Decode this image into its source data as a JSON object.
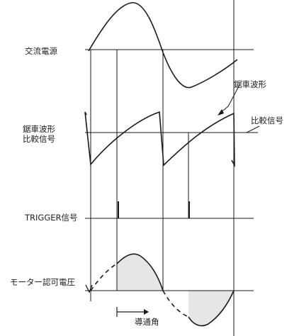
{
  "labels": {
    "ac_source": "交流電源",
    "sawtooth_line1": "鋸車波形",
    "comparison_line2": "比較信号",
    "trigger": "TRIGGER信号",
    "motor_voltage": "モーター認可電圧",
    "sawtooth_callout": "鋸車波形",
    "comparison_callout": "比較信号",
    "conduction_angle": "導通角"
  },
  "colors": {
    "line": "#1a1a1a",
    "shade": "#e6e6e6"
  }
}
